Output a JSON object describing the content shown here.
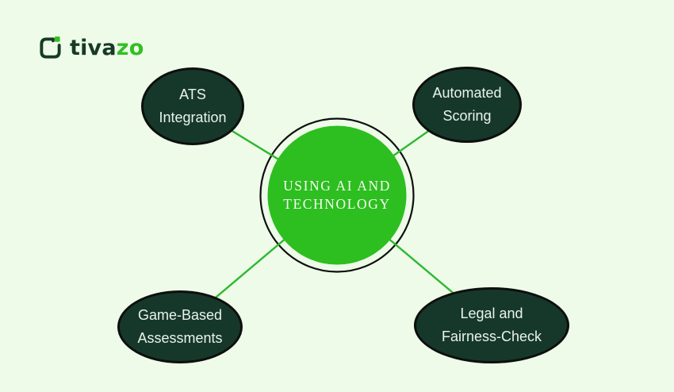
{
  "brand": {
    "name_part1": "tiva",
    "name_part2": "zo"
  },
  "diagram": {
    "center": {
      "line1": "USING AI AND",
      "line2": "TECHNOLOGY"
    },
    "nodes": [
      {
        "id": "ats-integration",
        "line1": "ATS",
        "line2": "Integration"
      },
      {
        "id": "automated-scoring",
        "line1": "Automated",
        "line2": "Scoring"
      },
      {
        "id": "game-based-assessments",
        "line1": "Game-Based",
        "line2": "Assessments"
      },
      {
        "id": "legal-and-fairness-check",
        "line1": "Legal and",
        "line2": "Fairness-Check"
      }
    ]
  },
  "colors": {
    "background": "#eefbe9",
    "center-fill": "#2dbe20",
    "connector": "#2eb82e",
    "node-fill": "#16382a",
    "node-text": "#e9f3ec",
    "outline": "#0d0f0d",
    "center-text": "#f6fbf2",
    "brand-dark": "#163a26",
    "brand-bright": "#33bf22"
  }
}
